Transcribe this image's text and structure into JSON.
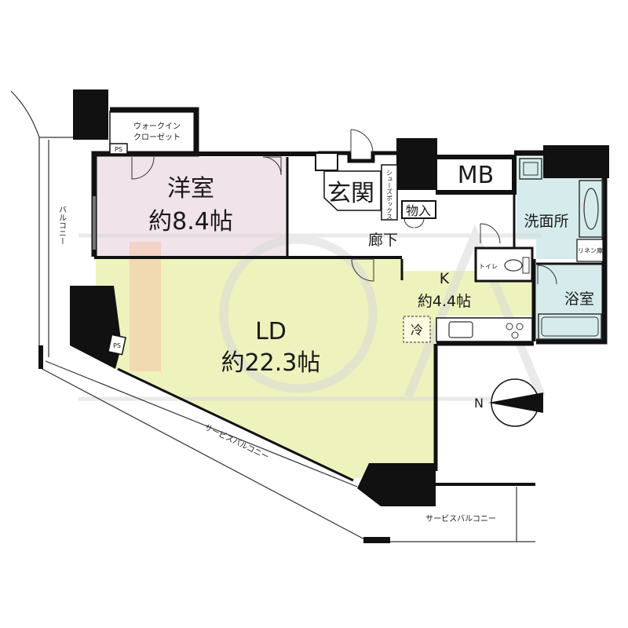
{
  "colors": {
    "wall": "#111111",
    "room_western": "#f1e3ea",
    "room_ld": "#eef2bd",
    "room_wet": "#d6ecec",
    "watermark": "#d9d9d9",
    "watermark_red": "#f4c7a8"
  },
  "rooms": {
    "walkin": {
      "line1": "ウォークイン",
      "line2": "クローゼット"
    },
    "ps_top": "PS",
    "western": {
      "name": "洋室",
      "size": "約8.4帖"
    },
    "entrance": "玄関",
    "shoebox": "シューズボックス",
    "storage": "物入",
    "hallway": "廊下",
    "mb": "MB",
    "washroom": "洗面所",
    "linen": "リネン庫",
    "toilet": "トイレ",
    "bath": "浴室",
    "kitchen": {
      "name": "K",
      "size": "約4.4帖"
    },
    "fridge": "冷",
    "ld": {
      "name": "LD",
      "size": "約22.3帖"
    },
    "ps_left": "PS"
  },
  "balconies": {
    "west": "バルコニー",
    "service_diagonal": "サービスバルコニー",
    "service_bottom": "サービスバルコニー"
  },
  "compass": {
    "label": "N",
    "icon": "north-arrow-icon"
  },
  "watermark": "IOA"
}
